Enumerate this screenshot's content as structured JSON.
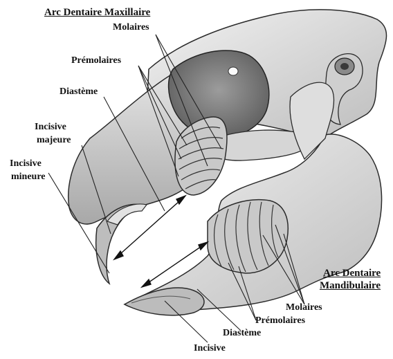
{
  "labels": {
    "arc_max": "Arc Dentaire Maxillaire",
    "molaires_top": "Molaires",
    "premolaires_top": "Prémolaires",
    "diasteme_top": "Diastème",
    "incisive_majeure_1": "Incisive",
    "incisive_majeure_2": "majeure",
    "incisive_mineure_1": "Incisive",
    "incisive_mineure_2": "mineure",
    "arc_mand_1": "Arc Dentaire",
    "arc_mand_2": "Mandibulaire",
    "molaires_bottom": "Molaires",
    "premolaires_bottom": "Prémolaires",
    "diasteme_bottom": "Diastème",
    "incisive_bottom": "Incisive"
  },
  "colors": {
    "bone_fill": "#d9d9d9",
    "bone_light": "#ececec",
    "bone_shadow": "#9a9a9a",
    "stroke": "#2b2b2b",
    "tooth_fill": "#c9c9c9"
  }
}
